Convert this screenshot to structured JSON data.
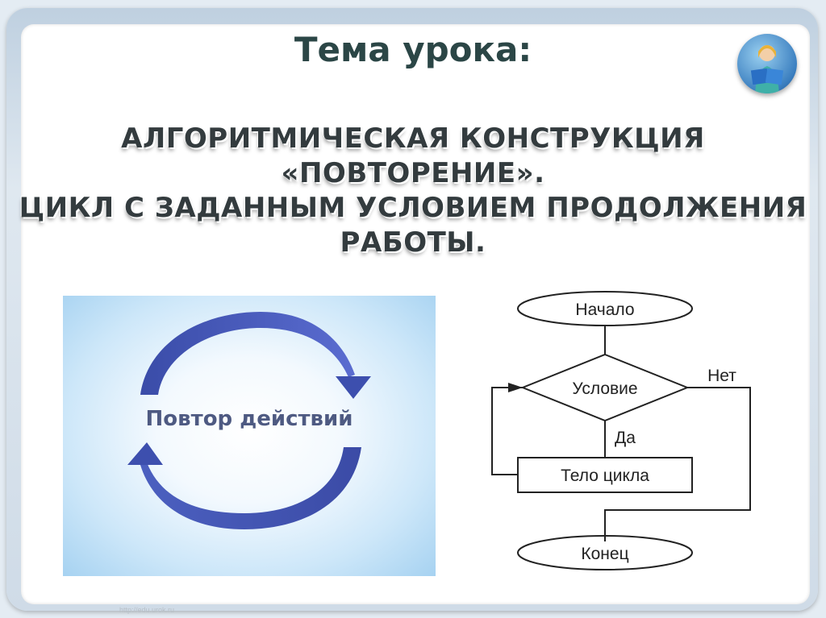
{
  "slide": {
    "title": "Тема урока:",
    "heading_lines": [
      "АЛГОРИТМИЧЕСКАЯ КОНСТРУКЦИЯ",
      "«ПОВТОРЕНИЕ».",
      "ЦИКЛ С ЗАДАННЫМ УСЛОВИЕМ ПРОДОЛЖЕНИЯ",
      "РАБОТЫ."
    ],
    "watermark": "http://edu.urok.ru"
  },
  "cycle_diagram": {
    "label": "Повтор действий",
    "arrow_color": "#3e4fae"
  },
  "flowchart": {
    "start": "Начало",
    "condition": "Условие",
    "no_label": "Нет",
    "yes_label": "Да",
    "body": "Тело цикла",
    "end": "Конец"
  },
  "icons": {
    "avatar": "girl-reading-book-icon"
  }
}
